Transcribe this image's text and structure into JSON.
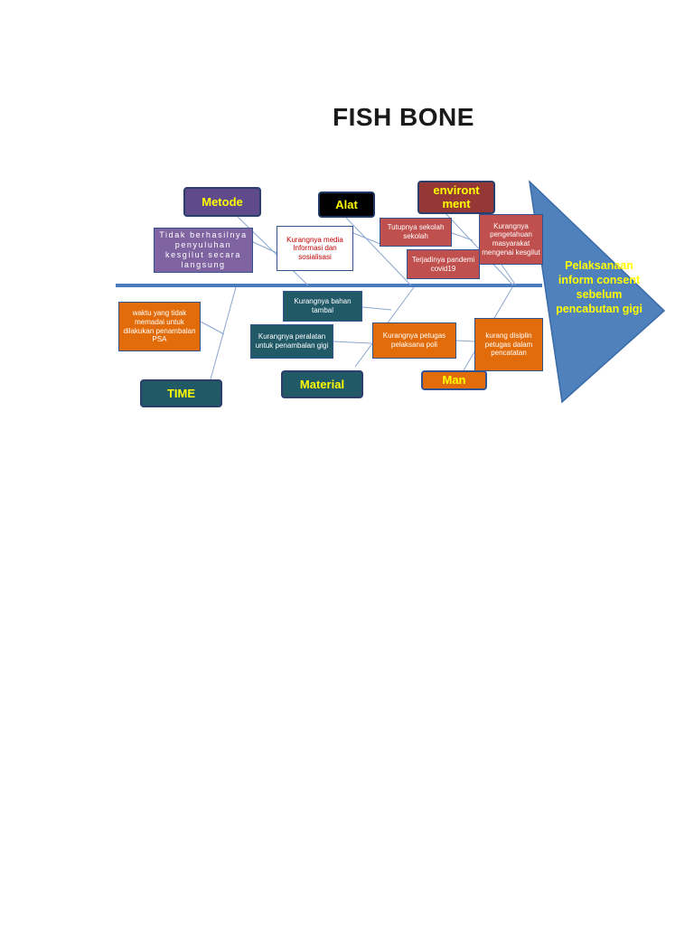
{
  "title": "FISH BONE",
  "head": {
    "label": "Pelaksanaan inform consent sebelum pencabutan gigi"
  },
  "categories": {
    "metode": "Metode",
    "alat": "Alat",
    "environment": "environt ment",
    "time": "TIME",
    "material": "Material",
    "man": "Man"
  },
  "causes": {
    "metode_1": "Tidak berhasilnya penyuluhan kesgilut secara langsung",
    "alat_1": "Kurangnya media Informasi dan sosialisasi",
    "env_1": "Tutupnya sekolah sekolah",
    "env_2": "Kurangnya pengetahuan masyarakat mengenai kesgilut",
    "env_3": "Terjadinya pandemi covid19",
    "time_1": "waktu yang tidak memadai untuk dilakukan penambalan PSA",
    "material_1": "Kurangnya bahan tambal",
    "material_2": "Kurangnya peralatan untuk penambalan gigi",
    "man_1": "Kurangnya petugas pelaksana poli",
    "man_2": "kurang disiplin petugas dalam pencatatan"
  },
  "colors": {
    "spine": "#4a7bbd",
    "head_fill": "#4f81bd",
    "head_text": "#ffff00",
    "category_text": "#ffff00",
    "metode": "#5f4b8b",
    "alat": "#000000",
    "environment": "#953735",
    "time": "#215967",
    "material": "#215967",
    "man": "#e36c0a",
    "cause_purple": "#8064a2",
    "cause_red": "#c0504d",
    "cause_orange": "#e36c0a",
    "cause_teal": "#215967",
    "cause_white": "#ffffff",
    "cause_white_text": "#c00000"
  }
}
